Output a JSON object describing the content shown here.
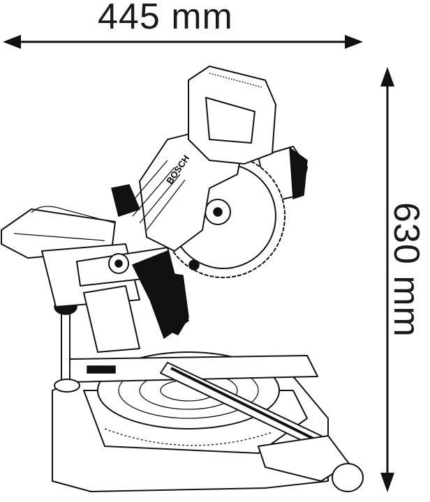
{
  "dimensions": {
    "width": {
      "value": 445,
      "unit": "mm",
      "label": "445 mm"
    },
    "height": {
      "value": 630,
      "unit": "mm",
      "label": "630 mm"
    }
  },
  "product": {
    "logo": "BOSCH",
    "line_color": "#111111",
    "background": "#ffffff"
  }
}
